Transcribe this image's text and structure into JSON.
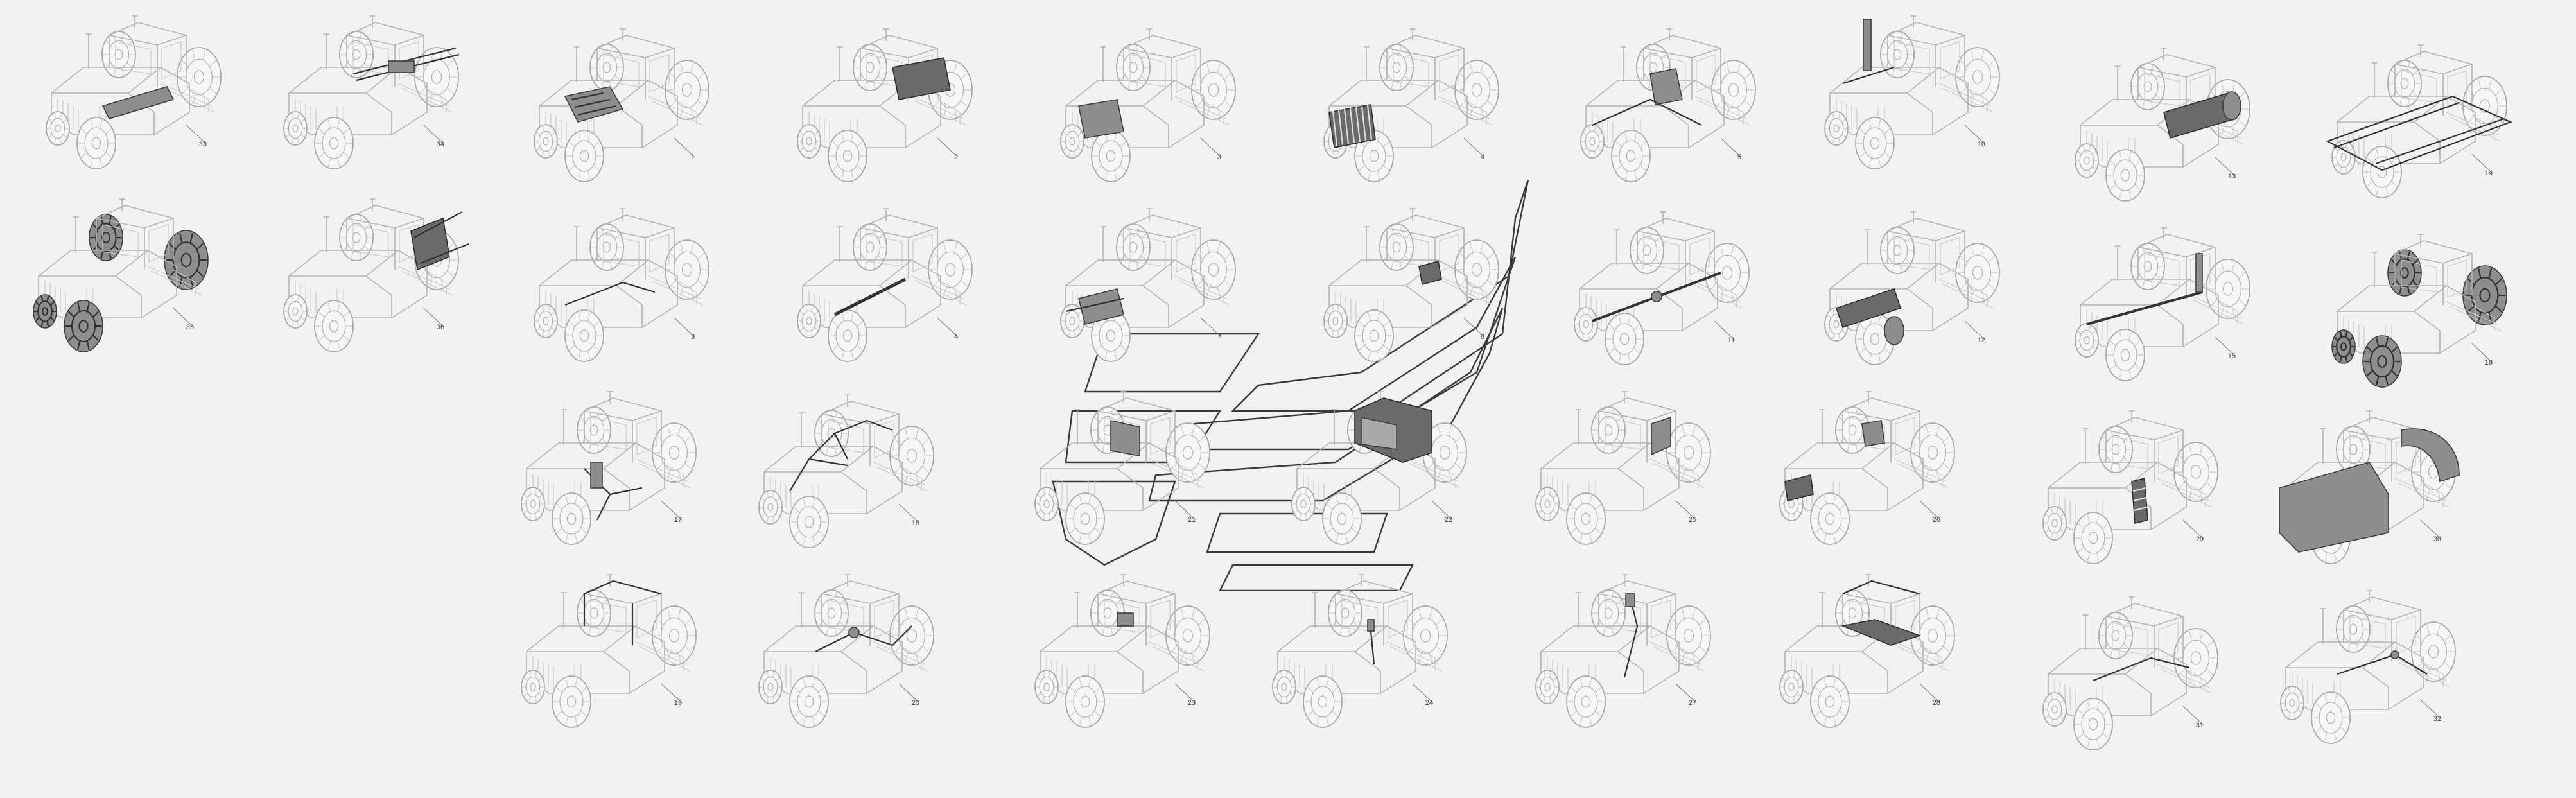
{
  "diagram": {
    "tiles": [
      {
        "number": "33",
        "highlight": "rear-hitch-and-lights",
        "tone": "mid"
      },
      {
        "number": "34",
        "highlight": "right-side-rail-and-pipes",
        "tone": "mid"
      },
      {
        "number": "1",
        "highlight": "engine-block",
        "tone": "dark"
      },
      {
        "number": "2",
        "highlight": "hood-cooling-module",
        "tone": "dark"
      },
      {
        "number": "3",
        "highlight": "front-radiator-frame",
        "tone": "mid"
      },
      {
        "number": "4",
        "highlight": "front-grille-radiator",
        "tone": "dark"
      },
      {
        "number": "5",
        "highlight": "hydraulic-pump-and-lines",
        "tone": "dark"
      },
      {
        "number": "10",
        "highlight": "exhaust-stack-and-intake",
        "tone": "mid"
      },
      {
        "number": "13",
        "highlight": "rear-axle-drive-cylinder",
        "tone": "dark"
      },
      {
        "number": "14",
        "highlight": "chassis-frame",
        "tone": "mid"
      },
      {
        "number": "35",
        "highlight": "all-four-wheels",
        "tone": "dark"
      },
      {
        "number": "36",
        "highlight": "rear-linkage-arms",
        "tone": "dark"
      },
      {
        "number": "3",
        "highlight": "fuel-line-side",
        "tone": "mid"
      },
      {
        "number": "4",
        "highlight": "transmission-shaft",
        "tone": "mid"
      },
      {
        "number": "7",
        "highlight": "front-axle-module",
        "tone": "mid"
      },
      {
        "number": "8",
        "highlight": "cab-mount-component",
        "tone": "dark"
      },
      {
        "number": "11",
        "highlight": "drive-shaft-line",
        "tone": "dark"
      },
      {
        "number": "12",
        "highlight": "front-axle-drive",
        "tone": "dark"
      },
      {
        "number": "15",
        "highlight": "rear-hitch-crossbar",
        "tone": "mid"
      },
      {
        "number": "16",
        "highlight": "all-four-wheels",
        "tone": "dark"
      },
      {
        "number": "17",
        "highlight": "brake-system-lines",
        "tone": "mid"
      },
      {
        "number": "18",
        "highlight": "electrical-wiring-harness",
        "tone": "dark"
      },
      {
        "number": "21",
        "highlight": "cab-door-module",
        "tone": "mid"
      },
      {
        "number": "22",
        "highlight": "cab-assembly",
        "tone": "dark"
      },
      {
        "number": "25",
        "highlight": "cab-side-panel",
        "tone": "mid"
      },
      {
        "number": "26",
        "highlight": "cab-interior-and-grille",
        "tone": "mid"
      },
      {
        "number": "29",
        "highlight": "steps-and-ladder",
        "tone": "dark"
      },
      {
        "number": "30",
        "highlight": "hood-and-fenders",
        "tone": "dark"
      },
      {
        "number": "19",
        "highlight": "cab-frame-wiring",
        "tone": "mid"
      },
      {
        "number": "20",
        "highlight": "hydraulic-hose-routing",
        "tone": "mid"
      },
      {
        "number": "23",
        "highlight": "instrument-console",
        "tone": "mid"
      },
      {
        "number": "24",
        "highlight": "cab-door-handle",
        "tone": "mid"
      },
      {
        "number": "27",
        "highlight": "mirror-and-side-bracket",
        "tone": "mid"
      },
      {
        "number": "28",
        "highlight": "cab-floor-platform",
        "tone": "dark"
      },
      {
        "number": "31",
        "highlight": "rear-lighting-harness",
        "tone": "mid"
      },
      {
        "number": "32",
        "highlight": "rear-coupling-lines",
        "tone": "mid"
      }
    ]
  }
}
